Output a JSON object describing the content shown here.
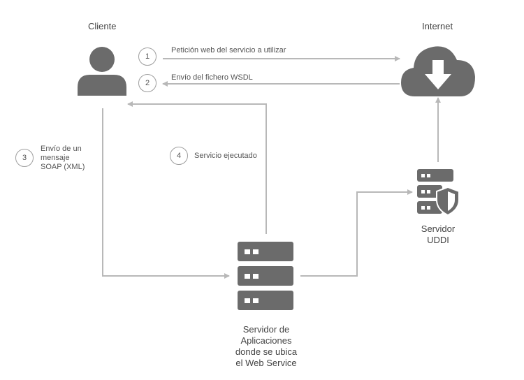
{
  "nodes": {
    "client_label": "Cliente",
    "internet_label": "Internet",
    "uddi_label_line1": "Servidor",
    "uddi_label_line2": "UDDI",
    "app_label_line1": "Servidor de",
    "app_label_line2": "Aplicaciones",
    "app_label_line3": "donde se ubica",
    "app_label_line4": "el Web Service"
  },
  "steps": [
    {
      "number": "1",
      "text": "Petición web del servicio a utilizar"
    },
    {
      "number": "2",
      "text": "Envío del fichero WSDL"
    },
    {
      "number": "3",
      "line1": "Envío de un",
      "line2": "mensaje",
      "line3": "SOAP (XML)"
    },
    {
      "number": "4",
      "text": "Servicio ejecutado"
    }
  ],
  "colors": {
    "icon": "#6b6b6b",
    "line": "#b8b8b8",
    "text": "#444444"
  },
  "icons": [
    "user-icon",
    "cloud-download-icon",
    "server-shield-icon",
    "server-stack-icon"
  ]
}
